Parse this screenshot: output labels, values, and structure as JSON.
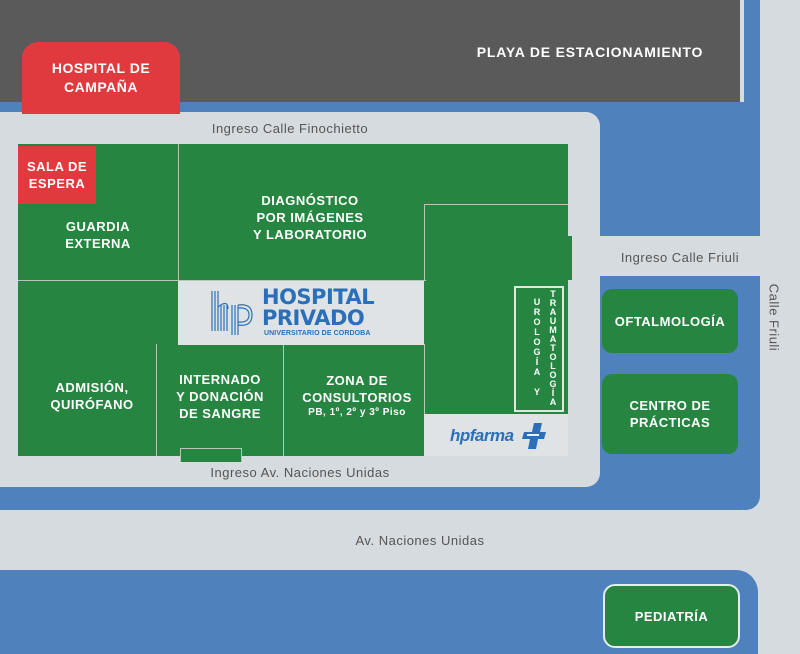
{
  "colors": {
    "road_light": "#d6dbe0",
    "road_blue": "#4f81bd",
    "parking_gray": "#5a5a5a",
    "green_building": "#268641",
    "red_building": "#e03a3e",
    "logo_blue": "#2a6fb8"
  },
  "parking": {
    "label": "PLAYA DE ESTACIONAMIENTO"
  },
  "campaign_hospital": {
    "line1": "HOSPITAL DE",
    "line2": "CAMPAÑA"
  },
  "roads": {
    "finochietto": "Ingreso Calle Finochietto",
    "friuli_entry": "Ingreso Calle Friuli",
    "calle_friuli": "Calle Friuli",
    "naciones_entry": "Ingreso Av. Naciones Unidas",
    "naciones_avenue": "Av. Naciones Unidas"
  },
  "rooms": {
    "sala": {
      "line1": "SALA DE",
      "line2": "ESPERA"
    },
    "guardia": {
      "line1": "GUARDIA",
      "line2": "EXTERNA"
    },
    "diagnostico": {
      "line1": "DIAGNÓSTICO",
      "line2": "POR IMÁGENES",
      "line3": "Y LABORATORIO"
    },
    "admision": {
      "line1": "ADMISIÓN,",
      "line2": "QUIRÓFANO"
    },
    "internado": {
      "line1": "INTERNADO",
      "line2": "Y DONACIÓN",
      "line3": "DE SANGRE"
    },
    "consultorios": {
      "line1": "ZONA DE",
      "line2": "CONSULTORIOS",
      "line3": "PB, 1º, 2º y 3º Piso"
    },
    "urologia": "UROLOGÍA Y",
    "traumatologia": "TRAUMATOLOGÍA",
    "oftalmologia": "OFTALMOLOGÍA",
    "centro": {
      "line1": "CENTRO DE",
      "line2": "PRÁCTICAS"
    },
    "pediatria": "PEDIATRÍA"
  },
  "logo": {
    "mark": "hp",
    "line1": "HOSPITAL",
    "line2": "PRIVADO",
    "line3": "UNIVERSITARIO DE CORDOBA"
  },
  "hpfarma": {
    "text": "hpfarma",
    "symbol": "cross-icon"
  }
}
